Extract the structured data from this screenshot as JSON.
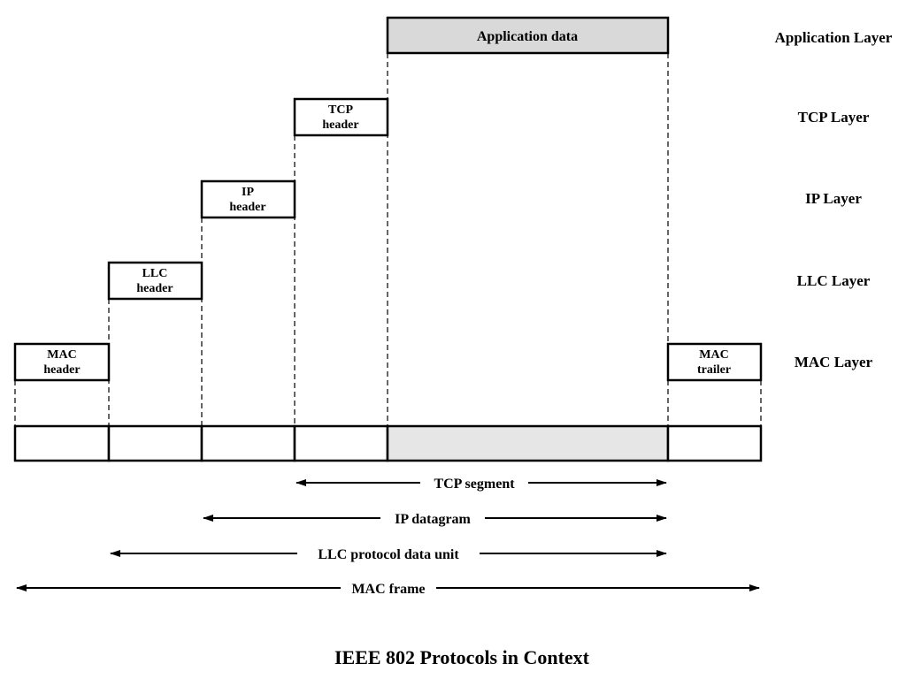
{
  "diagram": {
    "title": "IEEE 802 Protocols in Context",
    "layers": {
      "application": "Application Layer",
      "tcp": "TCP Layer",
      "ip": "IP Layer",
      "llc": "LLC Layer",
      "mac": "MAC Layer"
    },
    "boxes": {
      "application_data": "Application data",
      "tcp_header": [
        "TCP",
        "header"
      ],
      "ip_header": [
        "IP",
        "header"
      ],
      "llc_header": [
        "LLC",
        "header"
      ],
      "mac_header": [
        "MAC",
        "header"
      ],
      "mac_trailer": [
        "MAC",
        "trailer"
      ]
    },
    "spans": {
      "tcp_segment": "TCP segment",
      "ip_datagram": "IP datagram",
      "llc_pdu": "LLC protocol data unit",
      "mac_frame": "MAC frame"
    },
    "colors": {
      "application_data_fill": "#d9d9d9",
      "frame_data_fill": "#e6e6e6",
      "stroke": "#000000"
    }
  }
}
